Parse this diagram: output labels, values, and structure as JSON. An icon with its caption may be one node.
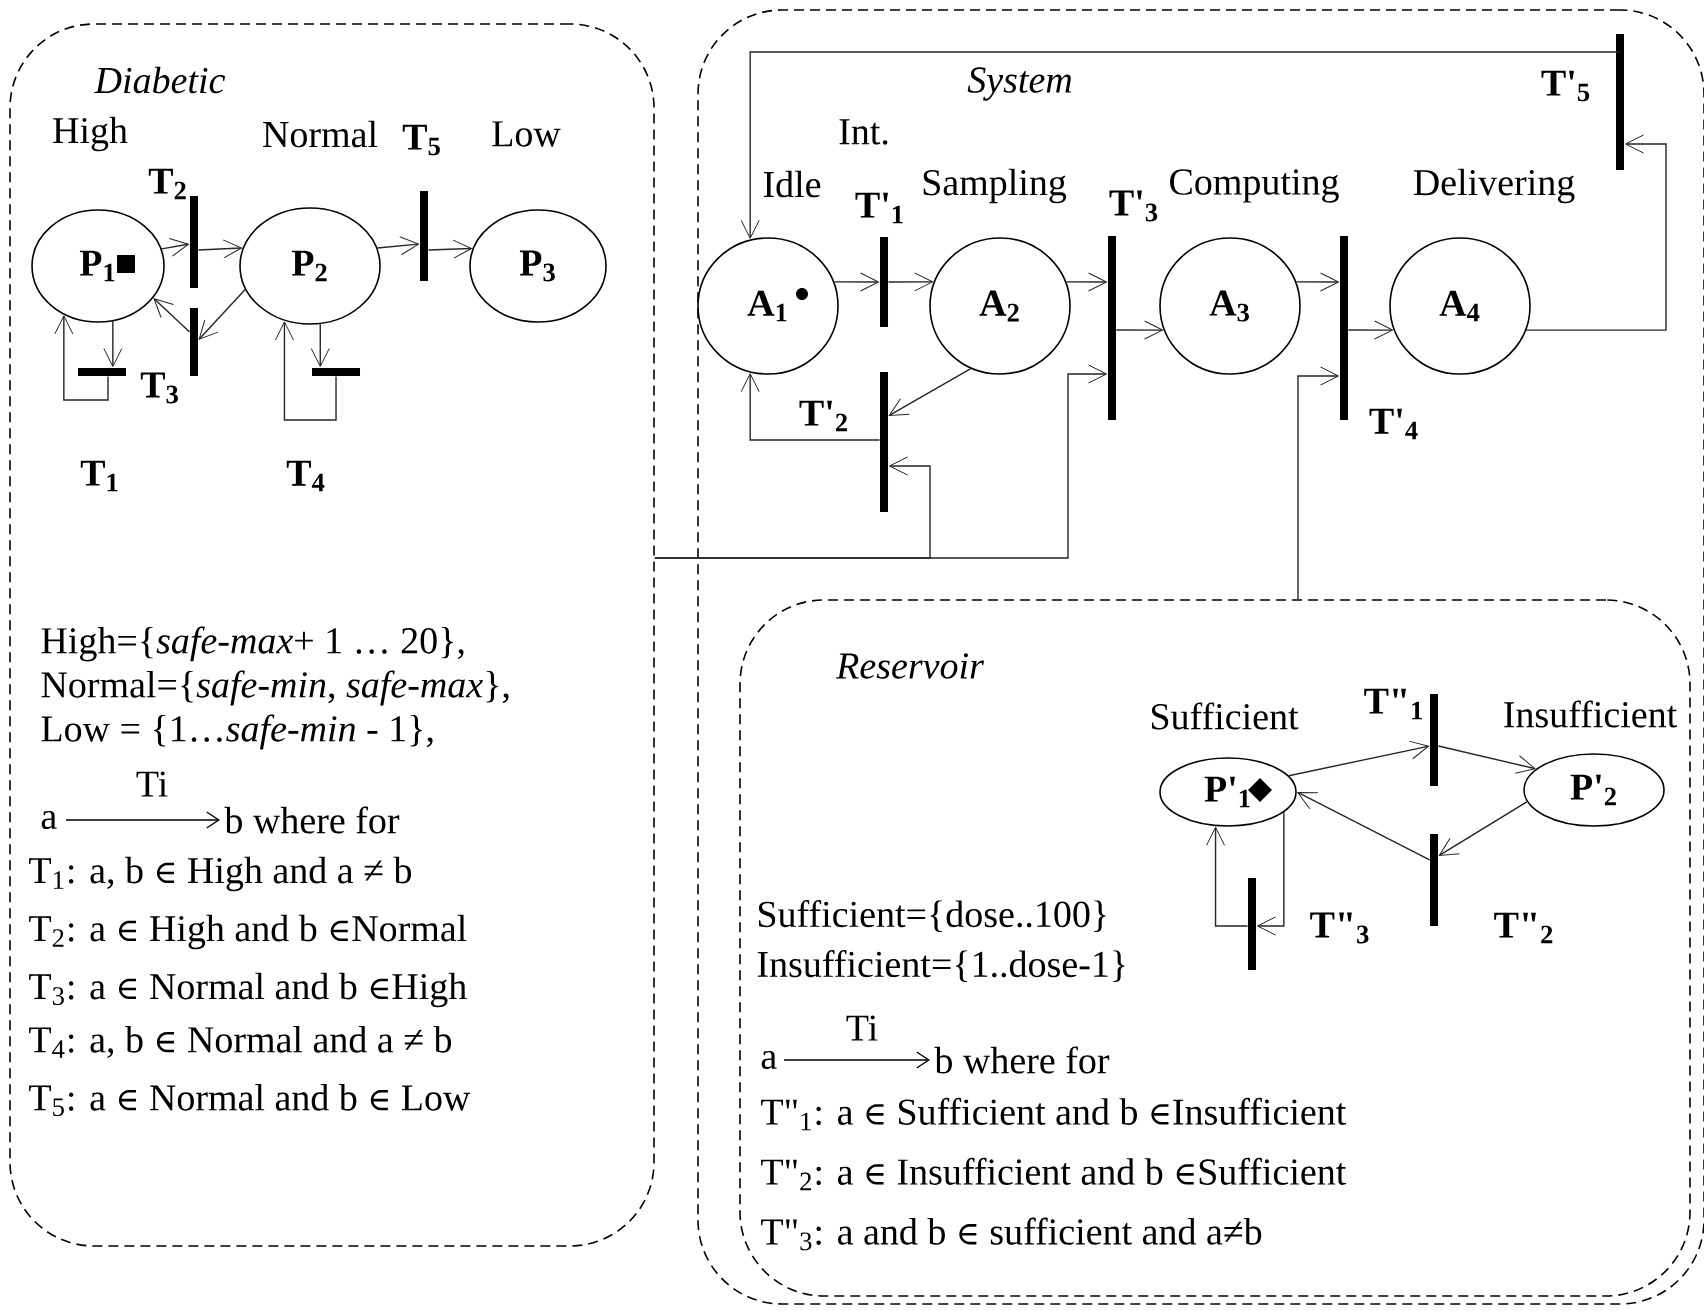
{
  "diagram": {
    "nodes": [
      {
        "text": [
          "Diabetic"
        ]
      },
      {
        "text": [
          "P$_{1}$"
        ],
        "beside": [
          "High"
        ],
        "in": 0
      },
      {
        "text": [
          "P$_{2}$"
        ],
        "beside": [
          "Normal"
        ],
        "in": 0
      },
      {
        "text": [
          "P$_{3}$"
        ],
        "beside": [
          "Low"
        ],
        "in": 0
      },
      {
        "text": [],
        "shape": "bar",
        "beside": [
          "T$_{1}$"
        ],
        "in": 0
      },
      {
        "text": [],
        "shape": "bar",
        "beside": [
          "T$_{2}$"
        ],
        "in": 0
      },
      {
        "text": [],
        "shape": "bar",
        "beside": [
          "T$_{3}$"
        ],
        "in": 0
      },
      {
        "text": [],
        "shape": "bar",
        "beside": [
          "T$_{4}$"
        ],
        "in": 0
      },
      {
        "text": [],
        "shape": "bar",
        "beside": [
          "T$_{5}$"
        ],
        "in": 0
      },
      {
        "text": [
          "System"
        ]
      },
      {
        "text": [
          "A$_{1}$"
        ],
        "beside": [
          "Idle"
        ],
        "in": 9
      },
      {
        "text": [
          "A$_{2}$"
        ],
        "beside": [
          "Int.",
          "Sampling"
        ],
        "in": 9
      },
      {
        "text": [
          "A$_{3}$"
        ],
        "beside": [
          "Computing"
        ],
        "in": 9
      },
      {
        "text": [
          "A$_{4}$"
        ],
        "beside": [
          "Delivering"
        ],
        "in": 9
      },
      {
        "text": [],
        "shape": "bar",
        "beside": [
          "T'$_{1}$"
        ],
        "in": 9
      },
      {
        "text": [],
        "shape": "bar",
        "beside": [
          "T'$_{2}$"
        ],
        "in": 9
      },
      {
        "text": [],
        "shape": "bar",
        "beside": [
          "T'$_{3}$"
        ],
        "in": 9
      },
      {
        "text": [],
        "shape": "bar",
        "beside": [
          "T'$_{4}$"
        ],
        "in": 9
      },
      {
        "text": [],
        "shape": "bar",
        "beside": [
          "T'$_{5}$"
        ],
        "in": 9
      },
      {
        "text": [
          "Reservoir"
        ],
        "in": 9
      },
      {
        "text": [
          "P'$_{1}$"
        ],
        "beside": [
          "Sufficient"
        ],
        "in": 19
      },
      {
        "text": [
          "P'$_{2}$"
        ],
        "beside": [
          "Insufficient"
        ],
        "in": 19
      },
      {
        "text": [],
        "shape": "bar",
        "beside": [
          "T\"$_{1}$"
        ],
        "in": 19
      },
      {
        "text": [],
        "shape": "bar",
        "beside": [
          "T\"$_{2}$"
        ],
        "in": 19
      },
      {
        "text": [],
        "shape": "bar",
        "beside": [
          "T\"$_{3}$"
        ],
        "in": 19
      }
    ],
    "edges": [
      {
        "from": 1,
        "to": 5,
        "arrow": "to"
      },
      {
        "from": 5,
        "to": 2,
        "arrow": "to"
      },
      {
        "from": 2,
        "to": 6,
        "arrow": "to"
      },
      {
        "from": 6,
        "to": 1,
        "arrow": "to"
      },
      {
        "from": 1,
        "to": 4,
        "arrow": "to"
      },
      {
        "from": 4,
        "to": 1,
        "arrow": "to"
      },
      {
        "from": 2,
        "to": 7,
        "arrow": "to"
      },
      {
        "from": 7,
        "to": 2,
        "arrow": "to"
      },
      {
        "from": 2,
        "to": 8,
        "arrow": "to"
      },
      {
        "from": 8,
        "to": 3,
        "arrow": "to"
      },
      {
        "from": 10,
        "to": 14,
        "arrow": "to"
      },
      {
        "from": 14,
        "to": 11,
        "arrow": "to"
      },
      {
        "from": 11,
        "to": 16,
        "arrow": "to"
      },
      {
        "from": 16,
        "to": 12,
        "arrow": "to"
      },
      {
        "from": 12,
        "to": 17,
        "arrow": "to"
      },
      {
        "from": 17,
        "to": 13,
        "arrow": "to"
      },
      {
        "from": 13,
        "to": 18,
        "arrow": "to"
      },
      {
        "from": 18,
        "to": 10,
        "arrow": "to"
      },
      {
        "from": 11,
        "to": 15,
        "arrow": "to"
      },
      {
        "from": 15,
        "to": 10,
        "arrow": "to"
      },
      {
        "from": 0,
        "to": 15,
        "arrow": "to"
      },
      {
        "from": 0,
        "to": 16,
        "arrow": "to"
      },
      {
        "from": 19,
        "to": 17,
        "arrow": "to"
      },
      {
        "from": 20,
        "to": 22,
        "arrow": "to"
      },
      {
        "from": 22,
        "to": 21,
        "arrow": "to"
      },
      {
        "from": 21,
        "to": 23,
        "arrow": "to"
      },
      {
        "from": 23,
        "to": 20,
        "arrow": "to"
      },
      {
        "from": 20,
        "to": 24,
        "arrow": "to"
      },
      {
        "from": 24,
        "to": 20,
        "arrow": "to"
      }
    ],
    "labels": [
      "High={*safe-max*+ 1 … 20},",
      "Normal={*safe-min*, *safe-max*},",
      "Low = {1…*safe-min* - 1},",
      "Ti",
      "a",
      "b where for",
      "T$_{1}$: a, b ∈ High and a ≠ b",
      "T$_{2}$: a ∈ High and b ∈Normal",
      "T$_{3}$: a ∈ Normal and b ∈High",
      "T$_{4}$: a, b ∈ Normal and a ≠ b",
      "T$_{5}$: a ∈ Normal and b ∈ Low",
      "Sufficient={dose..100}",
      "Insufficient={1..dose-1}",
      "Ti",
      "a",
      "b where for",
      "T\"$_{1}$: a ∈ Sufficient and b ∈Insufficient",
      "T\"$_{2}$: a ∈ Insufficient and b ∈Sufficient",
      "T\"$_{3}$: a and b ∈ sufficient and a≠b"
    ]
  }
}
